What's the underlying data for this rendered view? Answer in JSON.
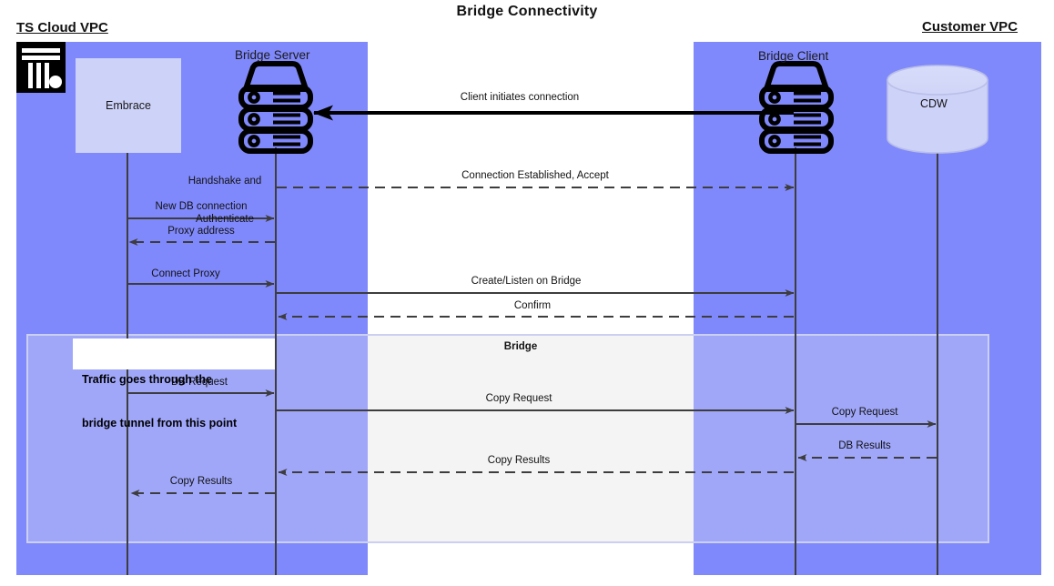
{
  "diagram": {
    "title": "Bridge Connectivity",
    "type": "sequence-diagram"
  },
  "zones": [
    {
      "id": "ts-cloud-vpc",
      "title": "TS Cloud VPC"
    },
    {
      "id": "customer-vpc",
      "title": "Customer VPC"
    }
  ],
  "actors": [
    {
      "id": "embrace",
      "label": "Embrace",
      "shape": "box"
    },
    {
      "id": "bridge-server",
      "label": "Bridge Server",
      "shape": "server-stack"
    },
    {
      "id": "bridge-client",
      "label": "Bridge Client",
      "shape": "server-stack"
    },
    {
      "id": "cdw",
      "label": "CDW",
      "shape": "cylinder"
    }
  ],
  "messages": [
    {
      "id": "m1",
      "label": "Client initiates connection",
      "from": "bridge-client",
      "to": "bridge-server",
      "style": "solid"
    },
    {
      "id": "m2",
      "label": "Handshake and\nAuthenticate",
      "line1": "Handshake and",
      "line2": "Authenticate",
      "from": "bridge-server",
      "to": "bridge-server",
      "style": "annotation"
    },
    {
      "id": "m3",
      "label": "Connection Established, Accept",
      "from": "bridge-server",
      "to": "bridge-client",
      "style": "dashed"
    },
    {
      "id": "m4",
      "label": "New DB connection",
      "from": "embrace",
      "to": "bridge-server",
      "style": "solid"
    },
    {
      "id": "m5",
      "label": "Proxy address",
      "from": "bridge-server",
      "to": "embrace",
      "style": "dashed"
    },
    {
      "id": "m6",
      "label": "Connect Proxy",
      "from": "embrace",
      "to": "bridge-server",
      "style": "solid"
    },
    {
      "id": "m7",
      "label": "Create/Listen on Bridge",
      "from": "bridge-server",
      "to": "bridge-client",
      "style": "solid"
    },
    {
      "id": "m8",
      "label": "Confirm",
      "from": "bridge-client",
      "to": "bridge-server",
      "style": "dashed"
    },
    {
      "id": "m9",
      "label": "DB Request",
      "from": "embrace",
      "to": "bridge-server",
      "style": "solid"
    },
    {
      "id": "m10",
      "label": "Copy Request",
      "from": "bridge-server",
      "to": "bridge-client",
      "style": "solid"
    },
    {
      "id": "m11",
      "label": "Copy Request",
      "from": "bridge-client",
      "to": "cdw",
      "style": "solid"
    },
    {
      "id": "m12",
      "label": "DB Results",
      "from": "cdw",
      "to": "bridge-client",
      "style": "dashed"
    },
    {
      "id": "m13",
      "label": "Copy Results",
      "from": "bridge-client",
      "to": "bridge-server",
      "style": "dashed"
    },
    {
      "id": "m14",
      "label": "Copy Results",
      "from": "bridge-server",
      "to": "embrace",
      "style": "dashed"
    }
  ],
  "frames": [
    {
      "id": "bridge-frame",
      "label": "Bridge"
    }
  ],
  "notes": [
    {
      "id": "tunnel-note",
      "line1": "Traffic goes through the",
      "line2": "bridge tunnel from this point"
    }
  ],
  "colors": {
    "vpc_fill": "#8089fb",
    "actor_box_fill": "#cdd2f8",
    "bridge_frame_fill": "#f4f4f4",
    "bridge_frame_stroke": "#ccd0f0",
    "line": "#3d3d3d",
    "text": "#121212",
    "logo": "#000000"
  }
}
